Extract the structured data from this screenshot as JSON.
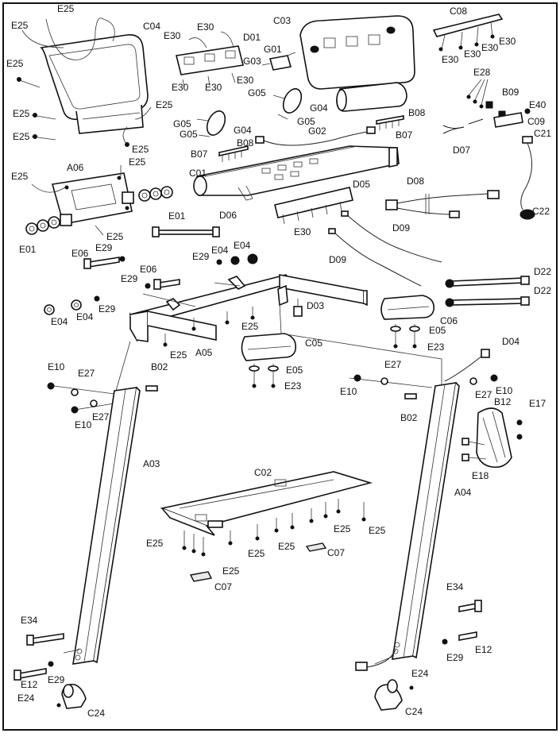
{
  "labels": {
    "E25_a": "E25",
    "E25_b": "E25",
    "E25_c": "E25",
    "E25_d": "E25",
    "E25_e": "E25",
    "E25_f": "E25",
    "E25_g": "E25",
    "E25_h": "E25",
    "E25_i": "E25",
    "E25_j": "E25",
    "E25_k": "E25",
    "E25_l": "E25",
    "E25_m": "E25",
    "E25_n": "E25",
    "E25_o": "E25",
    "E25_p": "E25",
    "E25_q": "E25",
    "E25_r": "E25",
    "C04": "C04",
    "E30_a": "E30",
    "E30_b": "E30",
    "E30_c": "E30",
    "E30_d": "E30",
    "E30_e": "E30",
    "E30_f": "E30",
    "E30_g": "E30",
    "E30_h": "E30",
    "E30_i": "E30",
    "D01": "D01",
    "G03": "G03",
    "G01": "G01",
    "C03": "C03",
    "C08": "C08",
    "G05_a": "G05",
    "G05_b": "G05",
    "G05_c": "G05",
    "G05_d": "G05",
    "G04_a": "G04",
    "G04_b": "G04",
    "G02": "G02",
    "B08_a": "B08",
    "B08_b": "B08",
    "B07_a": "B07",
    "B07_b": "B07",
    "E28": "E28",
    "B09": "B09",
    "E40": "E40",
    "C09": "C09",
    "C21": "C21",
    "D07": "D07",
    "A06": "A06",
    "C01": "C01",
    "D05": "D05",
    "D08": "D08",
    "E01_a": "E01",
    "E01_b": "E01",
    "D06": "D06",
    "C22": "C22",
    "E06_a": "E06",
    "E06_b": "E06",
    "E29_a": "E29",
    "E29_b": "E29",
    "E29_c": "E29",
    "E29_d": "E29",
    "E29_e": "E29",
    "E29_f": "E29",
    "E04_a": "E04",
    "E04_b": "E04",
    "E04_c": "E04",
    "E04_d": "E04",
    "D09_a": "D09",
    "D09_b": "D09",
    "D22_a": "D22",
    "D22_b": "D22",
    "D03": "D03",
    "C06": "C06",
    "E05_a": "E05",
    "E05_b": "E05",
    "E23_a": "E23",
    "E23_b": "E23",
    "A05": "A05",
    "C05": "C05",
    "D04": "D04",
    "E10_a": "E10",
    "E10_b": "E10",
    "E10_c": "E10",
    "E10_d": "E10",
    "E27_a": "E27",
    "E27_b": "E27",
    "E27_c": "E27",
    "E27_d": "E27",
    "B02_a": "B02",
    "B02_b": "B02",
    "B12": "B12",
    "E17": "E17",
    "E18": "E18",
    "A03": "A03",
    "A04": "A04",
    "C02": "C02",
    "C07_a": "C07",
    "C07_b": "C07",
    "E34_a": "E34",
    "E34_b": "E34",
    "E12_a": "E12",
    "E12_b": "E12",
    "E24_a": "E24",
    "E24_b": "E24",
    "C24_a": "C24",
    "C24_b": "C24"
  }
}
